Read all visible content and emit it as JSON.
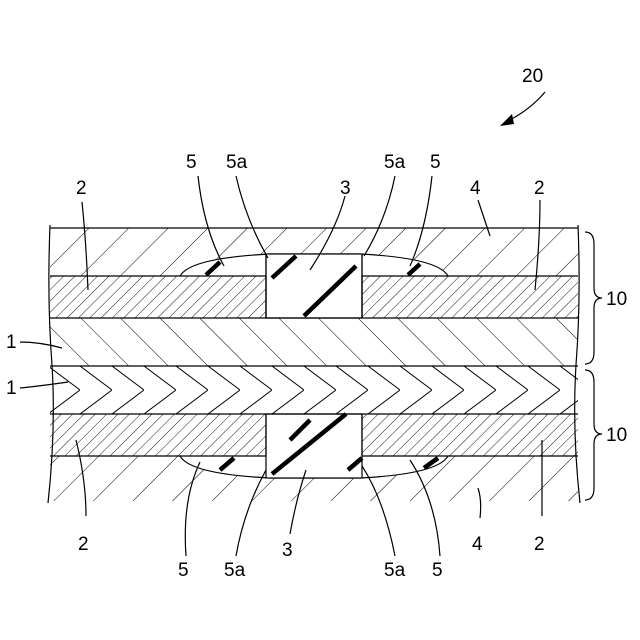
{
  "figure": {
    "assembly_number": "20",
    "labels": {
      "insulator_layer": "1",
      "conductor_layer": "2",
      "interlayer_connection": "3",
      "cover_layer": "4",
      "joint_portion": "5",
      "joint_edge": "5a",
      "wiring_board": "10"
    }
  },
  "colors": {
    "line": "#000000",
    "background": "#ffffff"
  }
}
